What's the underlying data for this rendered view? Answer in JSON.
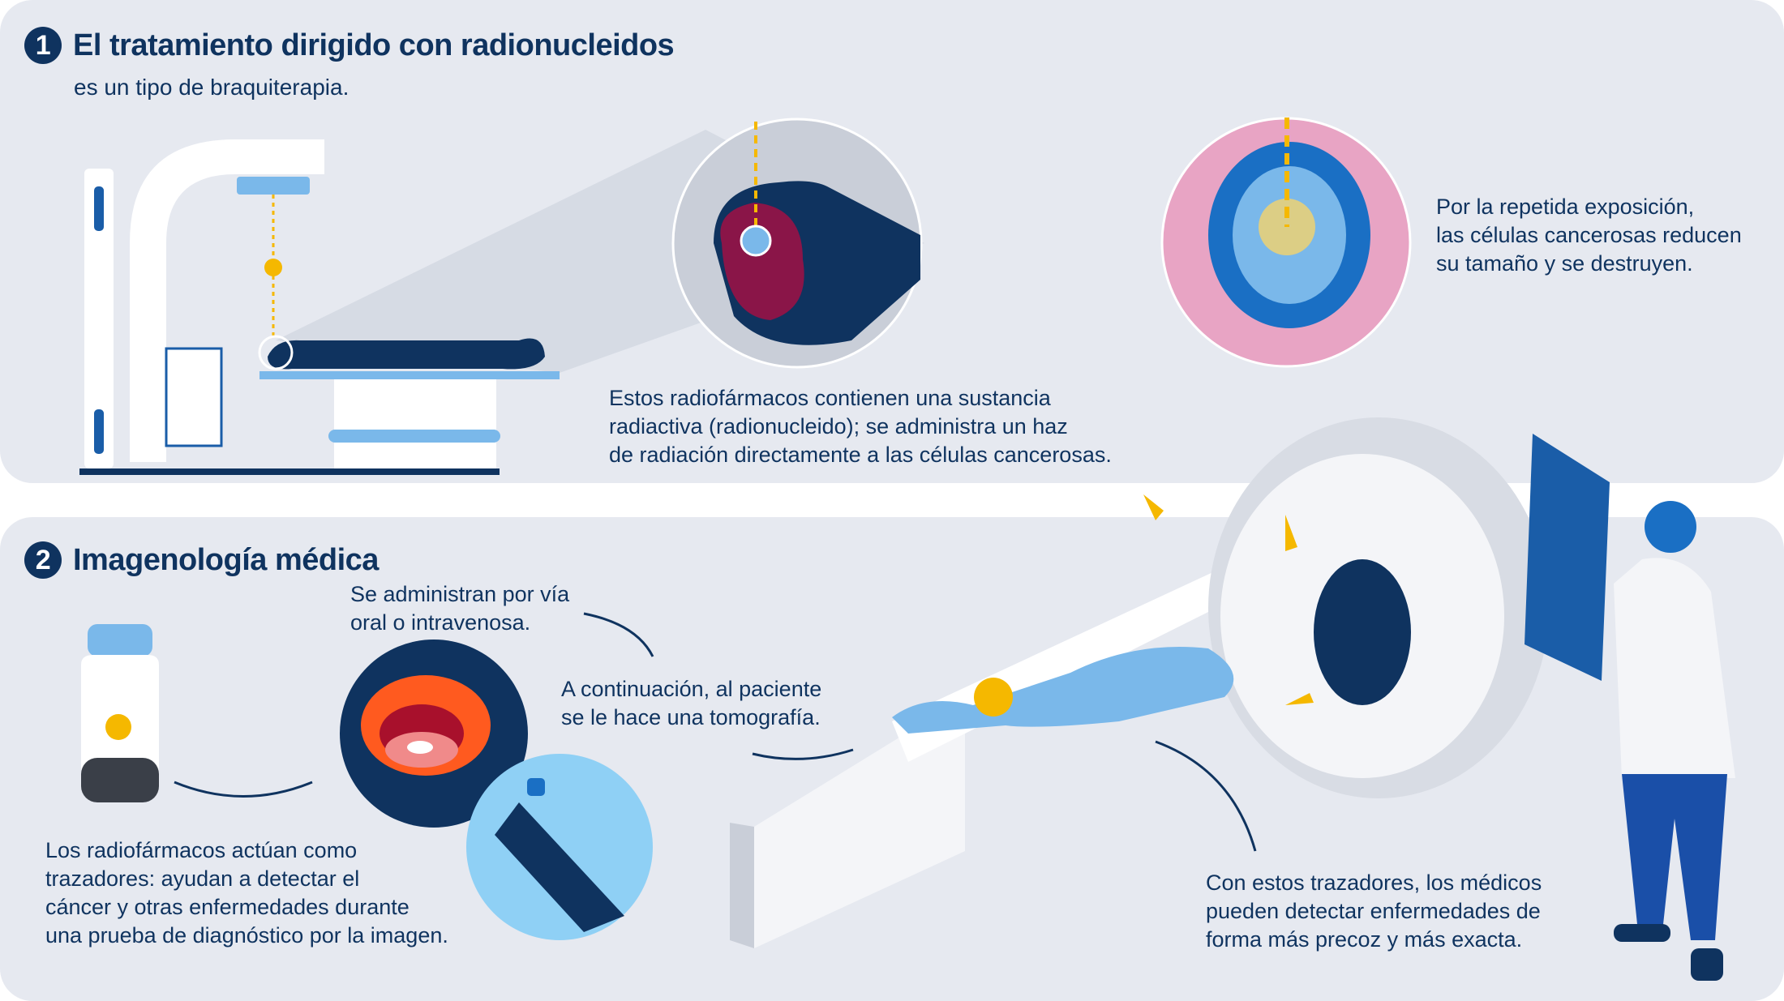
{
  "colors": {
    "panel": "#e6e9f0",
    "text": "#0f335f",
    "accent_yellow": "#f5b800",
    "accent_blue": "#1a6fc4",
    "light_blue": "#7ab8ea"
  },
  "section1": {
    "number": "1",
    "title": "El tratamiento dirigido con radionucleidos",
    "subtitle": "es un tipo de braquiterapia.",
    "caption_radiopharm": "Estos radiofármacos contienen una sustancia\nradiactiva (radionucleido); se administra un haz\nde radiación directamente a las células cancerosas.",
    "caption_cells": "Por la repetida exposición,\nlas células cancerosas reducen\nsu tamaño y se destruyen."
  },
  "section2": {
    "number": "2",
    "title": "Imagenología médica",
    "caption_admin": "Se administran por vía\noral o intravenosa.",
    "caption_scan": "A continuación, al paciente\nse le hace una tomografía.",
    "caption_tracers": "Los radiofármacos actúan como\ntrazadores: ayudan a detectar el\ncáncer y otras enfermedades durante\nuna prueba de diagnóstico por la imagen.",
    "caption_doctors": "Con estos trazadores, los médicos\npueden detectar enfermedades de\nforma más precoz y más exacta."
  },
  "icons": [
    "radiation-machine",
    "radiation-symbol",
    "patient-head-circle",
    "cancer-cells-circle",
    "medicine-vial",
    "mouth-pill",
    "iv-injection",
    "ct-scanner",
    "doctor"
  ]
}
